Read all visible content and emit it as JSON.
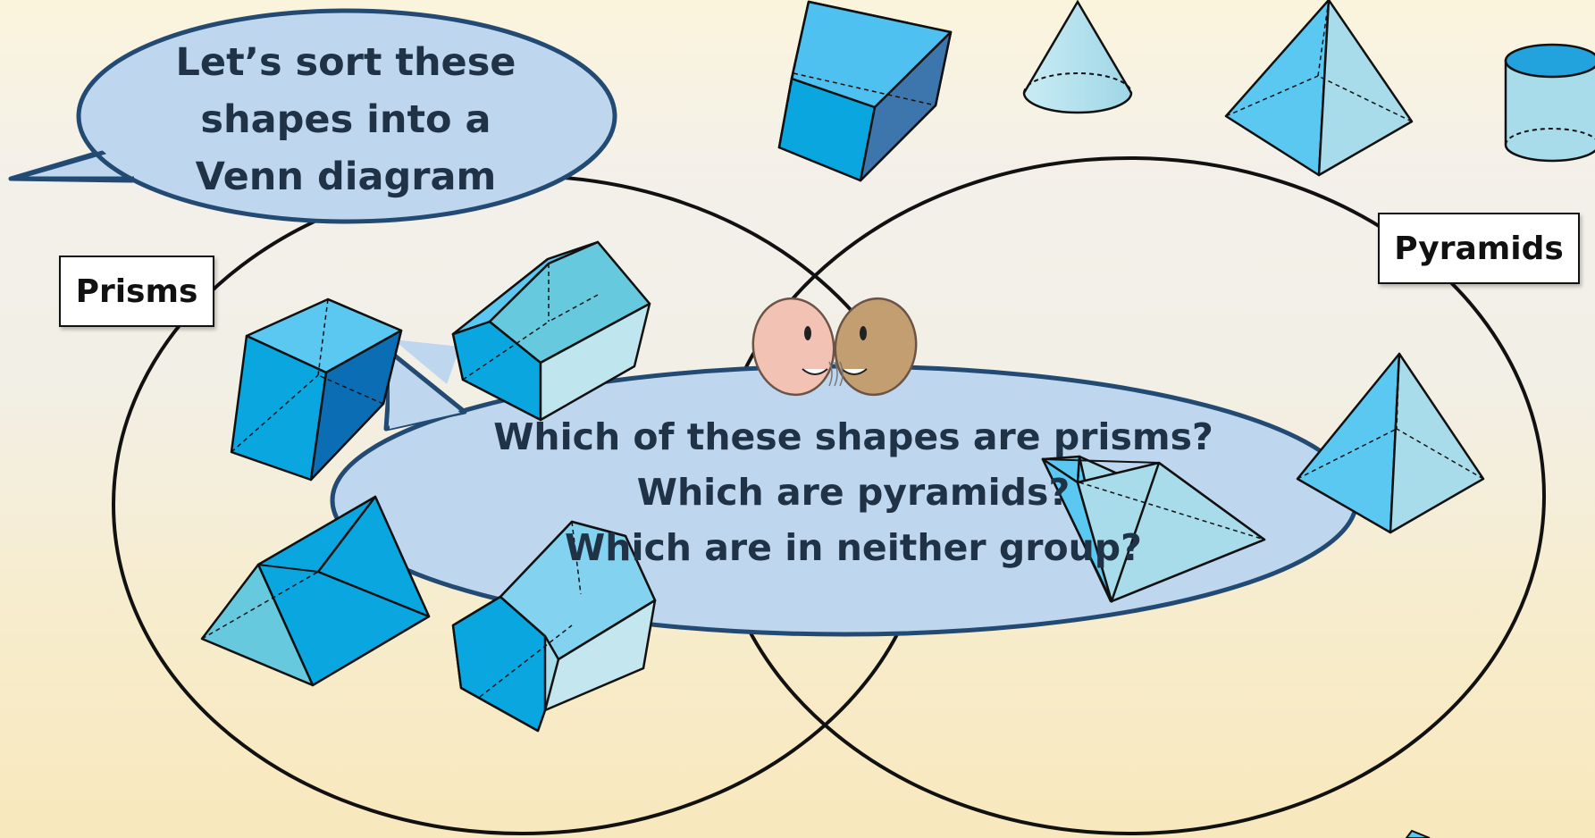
{
  "speech_bubble": {
    "lines": [
      "Let’s sort these",
      "shapes into a",
      "Venn diagram"
    ]
  },
  "venn": {
    "left_label": "Prisms",
    "right_label": "Pyramids"
  },
  "question_bubble": {
    "lines": [
      "Which of these shapes are prisms?",
      "Which are pyramids?",
      "Which are in neither group?"
    ]
  },
  "icons": [
    "talking-heads-icon"
  ],
  "colors": {
    "bubble_fill": "#bed7ee",
    "bubble_stroke": "#234a72",
    "shape_light": "#a8dcea",
    "shape_mid": "#5bc8f2",
    "shape_dark": "#0aa6e0",
    "shape_deep": "#0b6eb4"
  }
}
